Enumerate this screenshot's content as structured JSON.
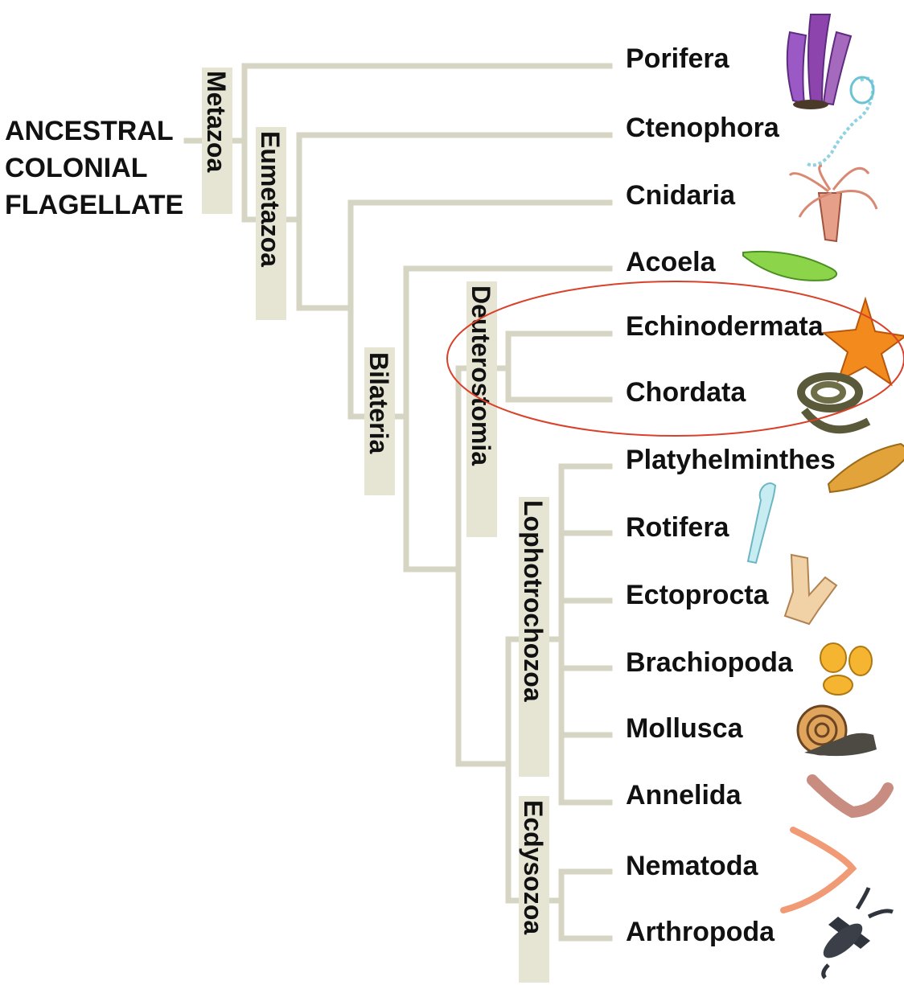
{
  "root_label": [
    "ANCESTRAL",
    "COLONIAL",
    "FLAGELLATE"
  ],
  "clades": {
    "metazoa": "Metazoa",
    "eumetazoa": "Eumetazoa",
    "bilateria": "Bilateria",
    "deuterostomia": "Deuterostomia",
    "lophotrochozoa": "Lophotrochozoa",
    "ecdysozoa": "Ecdysozoa"
  },
  "taxa": [
    {
      "label": "Porifera",
      "icon": "sponge-icon"
    },
    {
      "label": "Ctenophora",
      "icon": "comb-jelly-icon"
    },
    {
      "label": "Cnidaria",
      "icon": "jellyfish-icon"
    },
    {
      "label": "Acoela",
      "icon": "acoel-worm-icon"
    },
    {
      "label": "Echinodermata",
      "icon": "sea-star-icon"
    },
    {
      "label": "Chordata",
      "icon": "eel-icon"
    },
    {
      "label": "Platyhelminthes",
      "icon": "flatworm-icon"
    },
    {
      "label": "Rotifera",
      "icon": "rotifer-icon"
    },
    {
      "label": "Ectoprocta",
      "icon": "bryozoan-icon"
    },
    {
      "label": "Brachiopoda",
      "icon": "brachiopod-icon"
    },
    {
      "label": "Mollusca",
      "icon": "snail-icon"
    },
    {
      "label": "Annelida",
      "icon": "earthworm-icon"
    },
    {
      "label": "Nematoda",
      "icon": "roundworm-icon"
    },
    {
      "label": "Arthropoda",
      "icon": "lobster-icon"
    }
  ],
  "colors": {
    "branch": "#d6d4c3",
    "clade_box": "#e6e4d3",
    "highlight_ellipse": "#d9412b"
  }
}
